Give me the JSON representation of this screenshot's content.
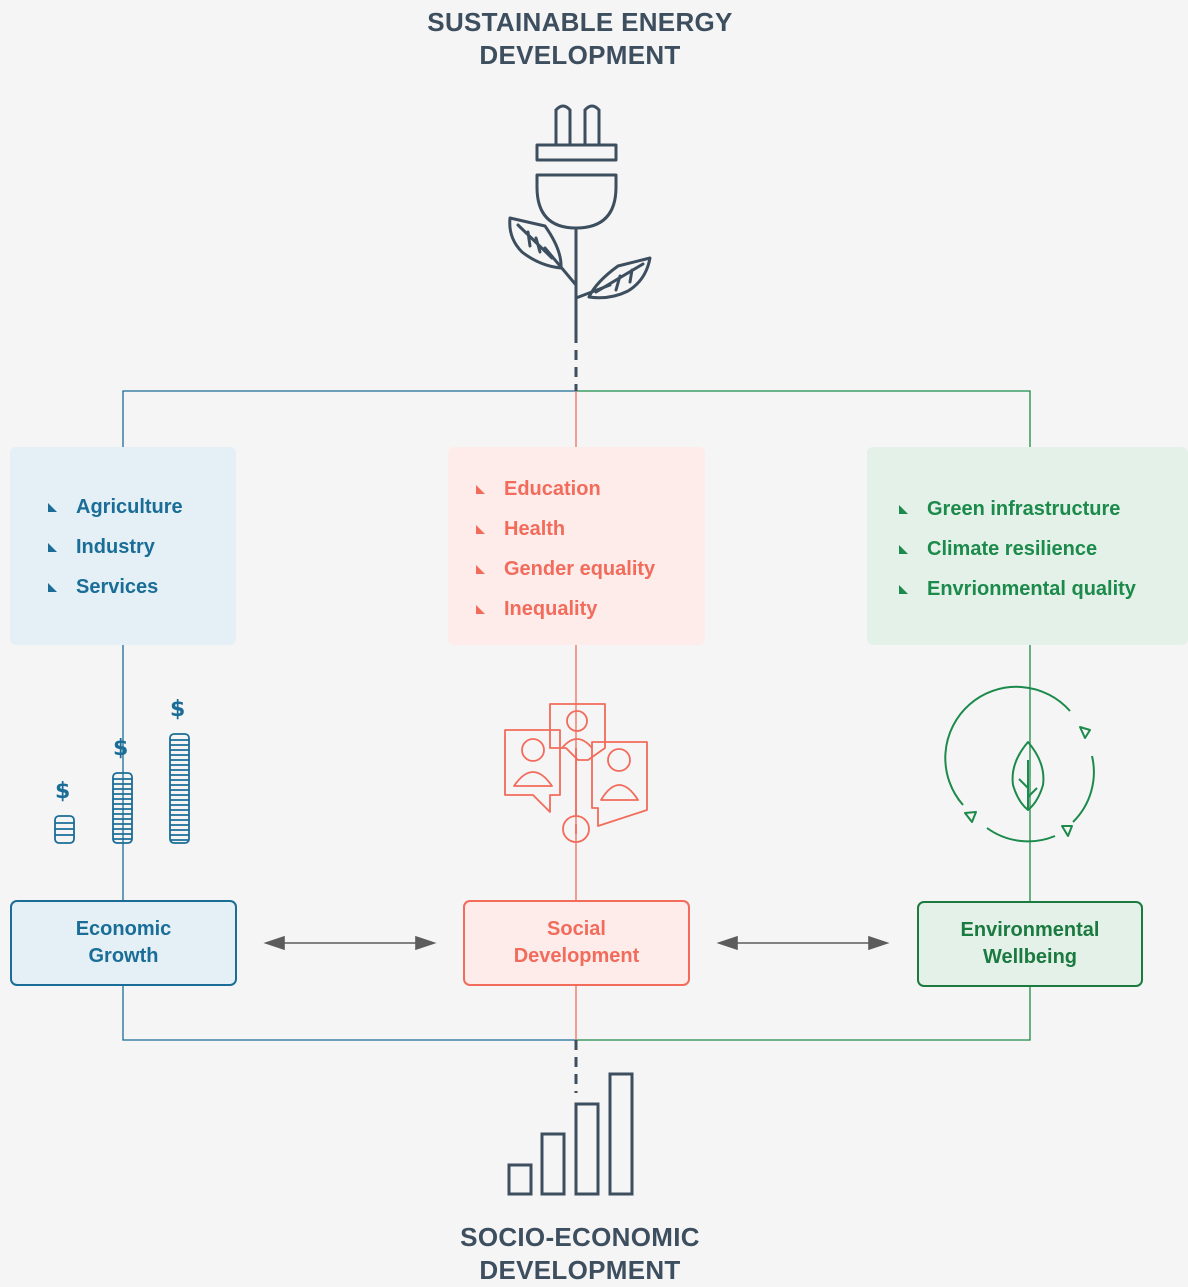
{
  "title": {
    "line1": "SUSTAINABLE ENERGY",
    "line2": "DEVELOPMENT"
  },
  "footer_title": {
    "line1": "SOCIO-ECONOMIC",
    "line2": "DEVELOPMENT"
  },
  "economic": {
    "items": [
      "Agriculture",
      "Industry",
      "Services"
    ],
    "box_line1": "Economic",
    "box_line2": "Growth",
    "icon": "coin-stacks-icon",
    "currency_symbol": "$",
    "color": "#1a6d97"
  },
  "social": {
    "items": [
      "Education",
      "Health",
      "Gender equality",
      "Inequality"
    ],
    "box_line1": "Social",
    "box_line2": "Development",
    "icon": "people-network-icon",
    "color": "#f26b5b"
  },
  "environmental": {
    "items": [
      "Green infrastructure",
      "Climate resilience",
      "Envrionmental quality"
    ],
    "box_line1": "Environmental",
    "box_line2": "Wellbeing",
    "icon": "recycle-leaf-icon",
    "color": "#1b7a40"
  },
  "icons": {
    "top": "plug-plant-icon",
    "bottom": "growth-bars-icon",
    "connector": "double-arrow-icon"
  },
  "text_color": "#3d4e5f"
}
